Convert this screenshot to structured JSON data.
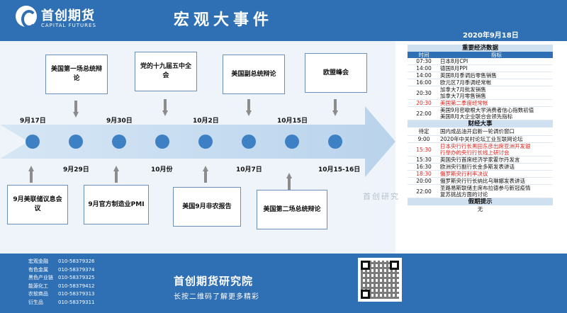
{
  "header": {
    "brand": "首创期货",
    "brand_sub": "CAPITAL FUTURES",
    "title": "宏观大事件",
    "date": "2020年9月18日"
  },
  "timeline": {
    "top_events": [
      "美国第一场总统辩论",
      "党的十九届五中全会",
      "美国副总统辩论",
      "欧盟峰会"
    ],
    "top_dates": [
      "9月17日",
      "9月30日",
      "10月2日",
      "10月15日"
    ],
    "bottom_dates": [
      "9月29日",
      "10月份",
      "10月7日",
      "10月15-16日"
    ],
    "bottom_events": [
      "9月美联储议息会议",
      "9月官方制造业PMI",
      "美国9月非农报告",
      "美国第二场总统辩论"
    ]
  },
  "watermark": "首创研究",
  "table": {
    "data_title": "重要经济数据",
    "col_time": "时间",
    "col_indicator": "指标",
    "data_rows": [
      {
        "time": "07:30",
        "item": "日本8月CPI",
        "red": false
      },
      {
        "time": "14:00",
        "item": "德国8月PPI",
        "red": false
      },
      {
        "time": "14:00",
        "item": "英国8月季调后零售销售",
        "red": false
      },
      {
        "time": "16:00",
        "item": "欧元区7月季调经常帐",
        "red": false
      },
      {
        "time": "20:30",
        "item": "加拿大7月批发销售",
        "item2": "加拿大7月零售销售",
        "red": false
      },
      {
        "time": "20:30",
        "item": "美国第二季度经常帐",
        "red": true
      },
      {
        "time": "22:00",
        "item": "美国9月密歇根大学消费者信心指数初值",
        "item2": "美国8月大企业联合会领先指标",
        "red": false
      }
    ],
    "events_title": "财经大事",
    "event_rows": [
      {
        "time": "待定",
        "item": "国内成品油开启新一轮调价窗口",
        "red": false
      },
      {
        "time": "9:00",
        "item": "2020年中关村论坛工业互联网论坛",
        "red": false
      },
      {
        "time": "15:30",
        "item": "日本央行行长黑田东彦出席亚洲开发银",
        "item2": "行举办的央行行长线上研讨会",
        "red": true
      },
      {
        "time": "15:30",
        "item": "英国央行首席经济学家霍尔丹发言",
        "red": false
      },
      {
        "time": "16:30",
        "item": "欧洲央行副行长金多斯发表讲话",
        "red": false
      },
      {
        "time": "18:30",
        "item": "俄罗斯央行利率决议",
        "red": true
      },
      {
        "time": "20:00",
        "item": "俄罗斯央行行长纳比乌琳娜发表讲话",
        "red": false
      },
      {
        "time": "22:00",
        "item": "圣路易斯联储主席布拉德参与新冠疫情",
        "item2": "复苏挑战方面的讨论",
        "red": false
      }
    ],
    "holiday_title": "假期提示",
    "holiday_value": "无"
  },
  "footer": {
    "contacts": [
      {
        "name": "宏观金融",
        "phone": "010-58379326"
      },
      {
        "name": "有色金属",
        "phone": "010-58379374"
      },
      {
        "name": "黑色产业链",
        "phone": "010-58379325"
      },
      {
        "name": "能源化工",
        "phone": "010-58379412"
      },
      {
        "name": "农软商品",
        "phone": "010-58379313"
      },
      {
        "name": "衍生品",
        "phone": "010-58379311"
      }
    ],
    "org": "首创期货研究院",
    "tagline": "长按二维码了解更多精彩"
  },
  "colors": {
    "primary": "#2f6fb3",
    "node": "#3e80c4",
    "highlight": "#e0201b"
  }
}
